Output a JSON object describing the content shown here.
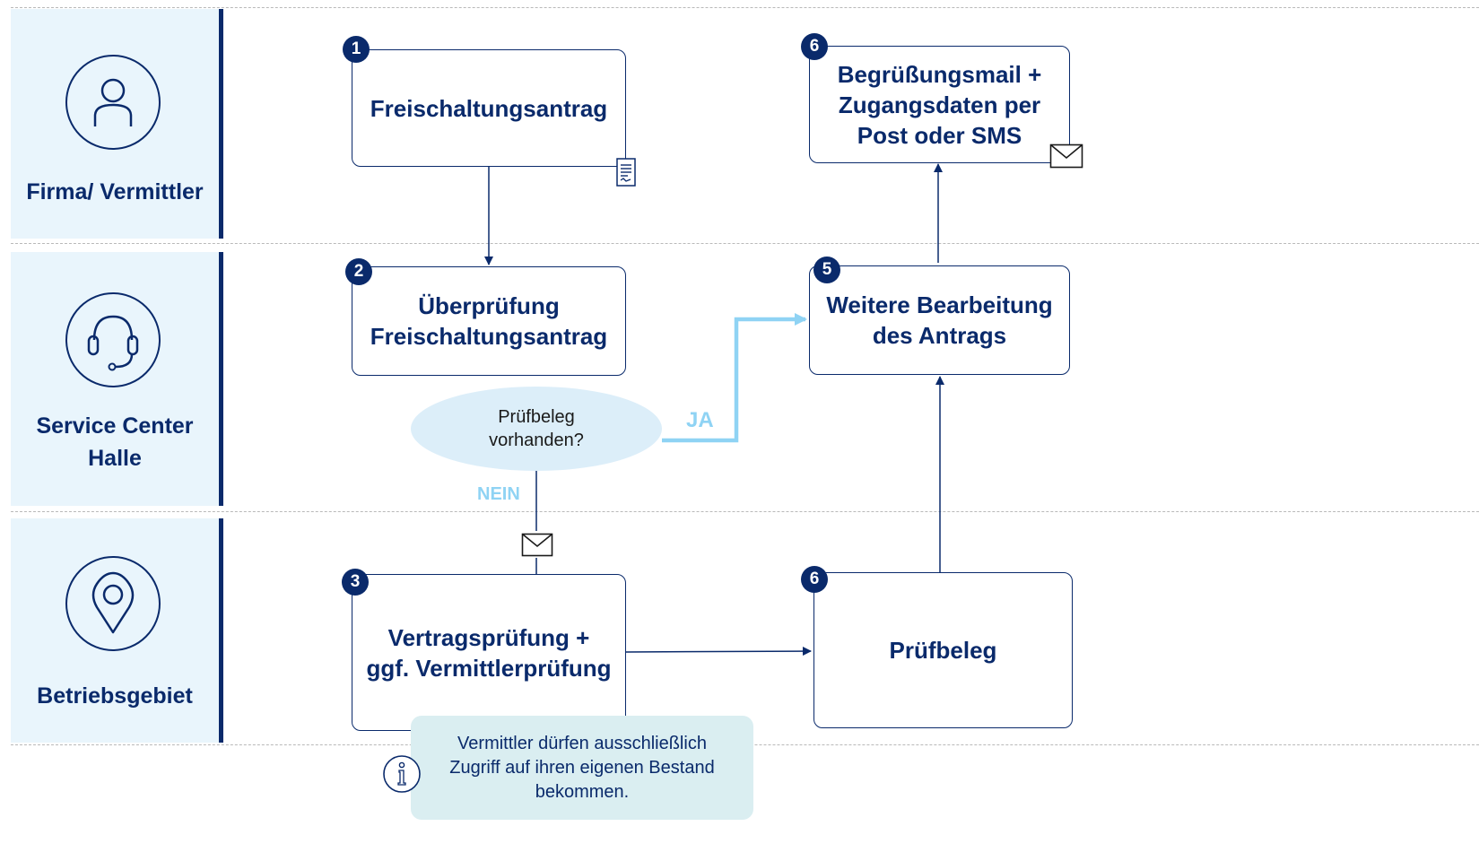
{
  "lanes": [
    {
      "title": "Firma/ Vermittler",
      "icon": "person-icon"
    },
    {
      "title": "Service Center\nHalle",
      "icon": "headset-icon"
    },
    {
      "title": "Betriebsgebiet",
      "icon": "location-pin-icon"
    }
  ],
  "steps": {
    "s1": {
      "num": "1",
      "label": "Freischaltungsantrag"
    },
    "s2": {
      "num": "2",
      "label": "Überprüfung\nFreischaltungsantrag"
    },
    "s3": {
      "num": "3",
      "label": "Vertragsprüfung +\nggf. Vermittlerprüfung"
    },
    "s5": {
      "num": "5",
      "label": "Weitere Bearbeitung\ndes Antrags"
    },
    "s6a": {
      "num": "6",
      "label": "Begrüßungsmail +\nZugangsdaten per\nPost oder SMS"
    },
    "s6b": {
      "num": "6",
      "label": "Prüfbeleg"
    }
  },
  "decision": {
    "label": "Prüfbeleg\nvorhanden?",
    "yes": "JA",
    "no": "NEIN"
  },
  "note": {
    "text": "Vermittler dürfen ausschließlich\nZugriff auf ihren eigenen Bestand\nbekommen.",
    "icon": "info-icon"
  },
  "colors": {
    "navy": "#0a2a6b",
    "light_blue": "#8fd3f4",
    "lane_bg": "#e9f5fc",
    "note_bg": "#daeef1"
  }
}
